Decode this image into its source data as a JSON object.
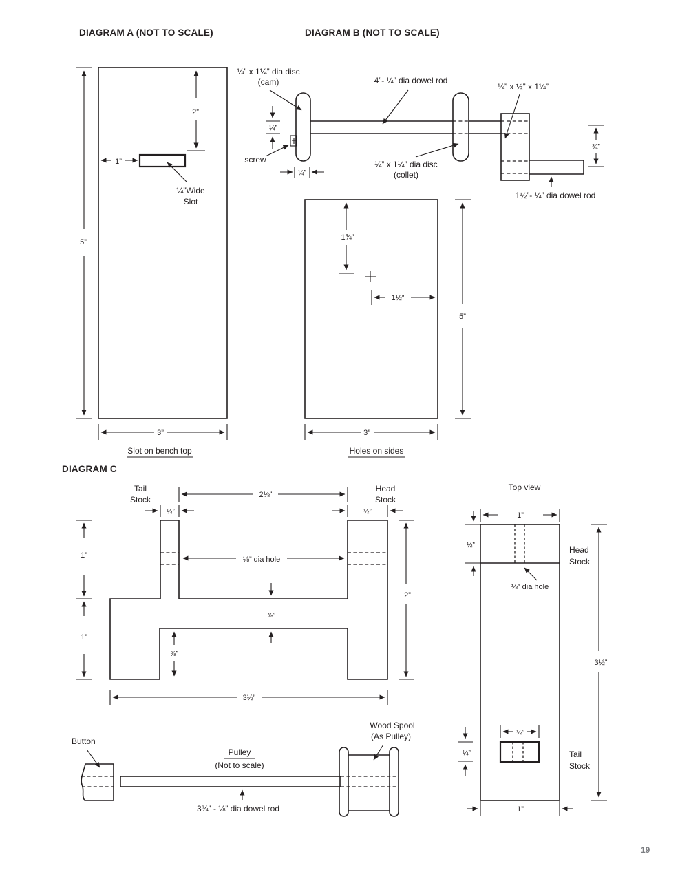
{
  "colors": {
    "ink": "#231f20",
    "page_number_gray": "#7c7e82",
    "background": "#ffffff"
  },
  "page_number": "19",
  "diagram_a": {
    "title": "DIAGRAM A (NOT TO SCALE)",
    "caption": "Slot on bench top",
    "slot_note_line1": "¼”Wide",
    "slot_note_line2": "Slot",
    "dim_height": "5”",
    "dim_slot_from_top": "2”",
    "dim_slot_from_edge": "1”",
    "dim_width": "3”"
  },
  "diagram_b": {
    "title": "DIAGRAM B (NOT TO SCALE)",
    "cam_note_line1": "¼” x 1¼” dia disc",
    "cam_note_line2": "(cam)",
    "rod_note": "4”- ¼” dia dowel rod",
    "crank_note": "¼” x ½” x 1¼”",
    "screw_note": "screw",
    "collet_note_line1": "¼” x 1¼” dia disc",
    "collet_note_line2": "(collet)",
    "handle_note": "1½”- ¼” dia dowel rod",
    "dim_rod_dia": "¼”",
    "dim_cam_thickness": "¼”",
    "dim_handle_offset": "¾”",
    "plate": {
      "caption": "Holes on sides",
      "dim_hole_from_top": "1¾”",
      "dim_hole_from_edge": "1½”",
      "dim_height": "5”",
      "dim_width": "3”"
    }
  },
  "diagram_c": {
    "title": "DIAGRAM C",
    "tail_line1": "Tail",
    "tail_line2": "Stock",
    "head_line1": "Head",
    "head_line2": "Stock",
    "hole_note": "⅛” dia hole",
    "dim_span": "2⅛”",
    "dim_tail_width": "¼”",
    "dim_head_width": "½”",
    "dim_upper": "1”",
    "dim_lower": "1”",
    "dim_height": "2”",
    "dim_web": "⅜”",
    "dim_channel": "⅝”",
    "dim_width": "3½”"
  },
  "top_view": {
    "title": "Top view",
    "head_line1": "Head",
    "head_line2": "Stock",
    "tail_line1": "Tail",
    "tail_line2": "Stock",
    "hole_note": "⅛” dia hole",
    "dim_width_top": "1”",
    "dim_head_depth": "½”",
    "dim_length": "3½”",
    "dim_slot_width": "½”",
    "dim_slot_depth": "¼”",
    "dim_width_bottom": "1”"
  },
  "pulley": {
    "button_note": "Button",
    "title": "Pulley",
    "subtitle": "(Not to scale)",
    "spool_note_line1": "Wood Spool",
    "spool_note_line2": "(As Pulley)",
    "rod_note": "3¾” - ⅛” dia dowel rod"
  }
}
